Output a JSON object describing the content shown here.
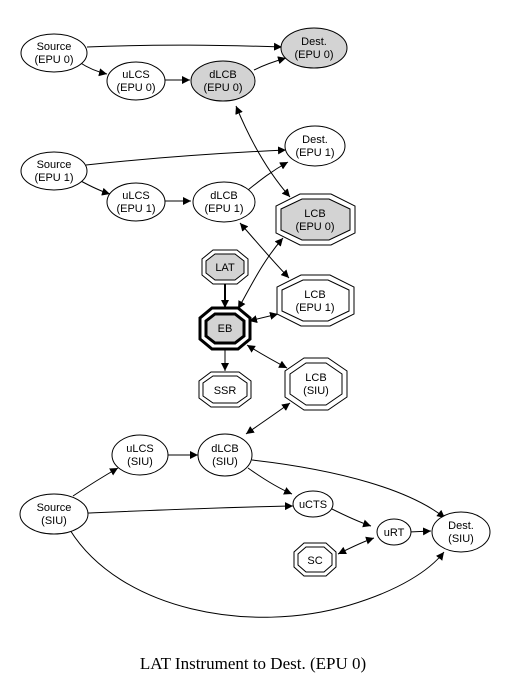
{
  "caption": "LAT Instrument to Dest. (EPU 0)",
  "colors": {
    "highlight": "#d3d3d3",
    "normal": "#ffffff",
    "stroke": "#000000"
  },
  "nodes": {
    "source_epu0": [
      "Source",
      "(EPU 0)"
    ],
    "ulcs_epu0": [
      "uLCS",
      "(EPU 0)"
    ],
    "dlcb_epu0": [
      "dLCB",
      "(EPU 0)"
    ],
    "dest_epu0": [
      "Dest.",
      "(EPU 0)"
    ],
    "source_epu1": [
      "Source",
      "(EPU 1)"
    ],
    "ulcs_epu1": [
      "uLCS",
      "(EPU 1)"
    ],
    "dlcb_epu1": [
      "dLCB",
      "(EPU 1)"
    ],
    "dest_epu1": [
      "Dest.",
      "(EPU 1)"
    ],
    "lcb_epu0": [
      "LCB",
      "(EPU 0)"
    ],
    "lat": [
      "LAT"
    ],
    "lcb_epu1": [
      "LCB",
      "(EPU 1)"
    ],
    "eb": [
      "EB"
    ],
    "ssr": [
      "SSR"
    ],
    "lcb_siu": [
      "LCB",
      "(SIU)"
    ],
    "ulcs_siu": [
      "uLCS",
      "(SIU)"
    ],
    "dlcb_siu": [
      "dLCB",
      "(SIU)"
    ],
    "source_siu": [
      "Source",
      "(SIU)"
    ],
    "ucts": [
      "uCTS"
    ],
    "urt": [
      "uRT"
    ],
    "dest_siu": [
      "Dest.",
      "(SIU)"
    ],
    "sc": [
      "SC"
    ]
  }
}
